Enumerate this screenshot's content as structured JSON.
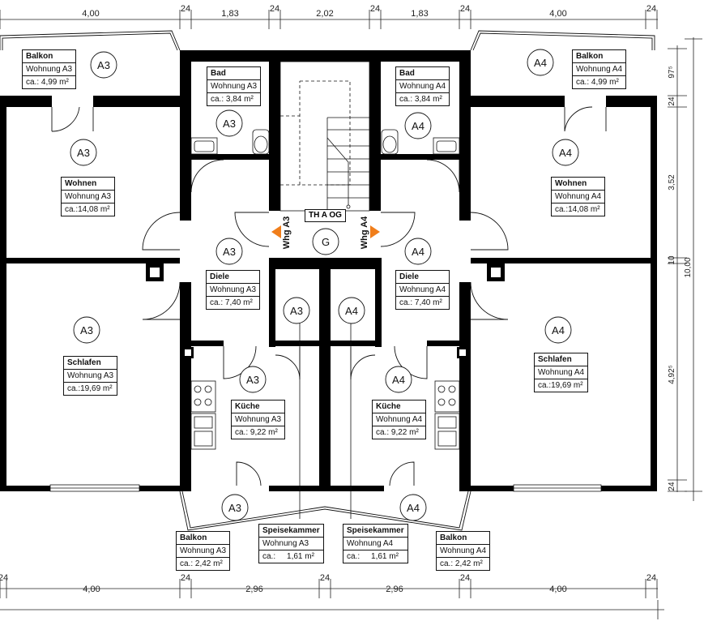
{
  "dims": {
    "top": [
      "4,00",
      "24",
      "1,83",
      "24",
      "2,02",
      "24",
      "1,83",
      "24",
      "4,00",
      "24"
    ],
    "bottom": [
      "24",
      "4,00",
      "24",
      "2,96",
      "24",
      "2,96",
      "24",
      "4,00",
      "24"
    ],
    "right": [
      "97⁵",
      "24",
      "3,52",
      "10",
      "4,92⁵",
      "24"
    ],
    "right_total": "10,00"
  },
  "rooms": [
    {
      "name": "Balkon",
      "unit": "Wohnung A3",
      "area": "ca.: 4,99 m²"
    },
    {
      "name": "Bad",
      "unit": "Wohnung A3",
      "area": "ca.: 3,84 m²"
    },
    {
      "name": "Bad",
      "unit": "Wohnung A4",
      "area": "ca.: 3,84 m²"
    },
    {
      "name": "Balkon",
      "unit": "Wohnung A4",
      "area": "ca.: 4,99 m²"
    },
    {
      "name": "Wohnen",
      "unit": "Wohnung A3",
      "area": "ca.:14,08 m²"
    },
    {
      "name": "Wohnen",
      "unit": "Wohnung A4",
      "area": "ca.:14,08 m²"
    },
    {
      "name": "Diele",
      "unit": "Wohnung A3",
      "area": "ca.: 7,40 m²"
    },
    {
      "name": "Diele",
      "unit": "Wohnung A4",
      "area": "ca.: 7,40 m²"
    },
    {
      "name": "Schlafen",
      "unit": "Wohnung A3",
      "area": "ca.:19,69 m²"
    },
    {
      "name": "Schlafen",
      "unit": "Wohnung A4",
      "area": "ca.:19,69 m²"
    },
    {
      "name": "Küche",
      "unit": "Wohnung A3",
      "area": "ca.: 9,22 m²"
    },
    {
      "name": "Küche",
      "unit": "Wohnung A4",
      "area": "ca.: 9,22 m²"
    },
    {
      "name": "Balkon",
      "unit": "Wohnung A3",
      "area": "ca.: 2,42 m²"
    },
    {
      "name": "Speisekammer",
      "unit": "Wohnung A3",
      "area": "ca.:     1,61 m²"
    },
    {
      "name": "Speisekammer",
      "unit": "Wohnung A4",
      "area": "ca.:     1,61 m²"
    },
    {
      "name": "Balkon",
      "unit": "Wohnung A4",
      "area": "ca.: 2,42 m²"
    }
  ],
  "circles": [
    "A3",
    "A3",
    "A3",
    "A3",
    "A3",
    "A3",
    "A3",
    "A3",
    "A4",
    "A4",
    "A4",
    "A4",
    "A4",
    "A4",
    "A4",
    "A4",
    "G"
  ],
  "stair": {
    "label": "TH A OG",
    "left_unit": "Whg A3",
    "right_unit": "Whg A4"
  },
  "colors": {
    "wall": "#000000",
    "arrow": "#f07e1b",
    "line": "#111111"
  }
}
